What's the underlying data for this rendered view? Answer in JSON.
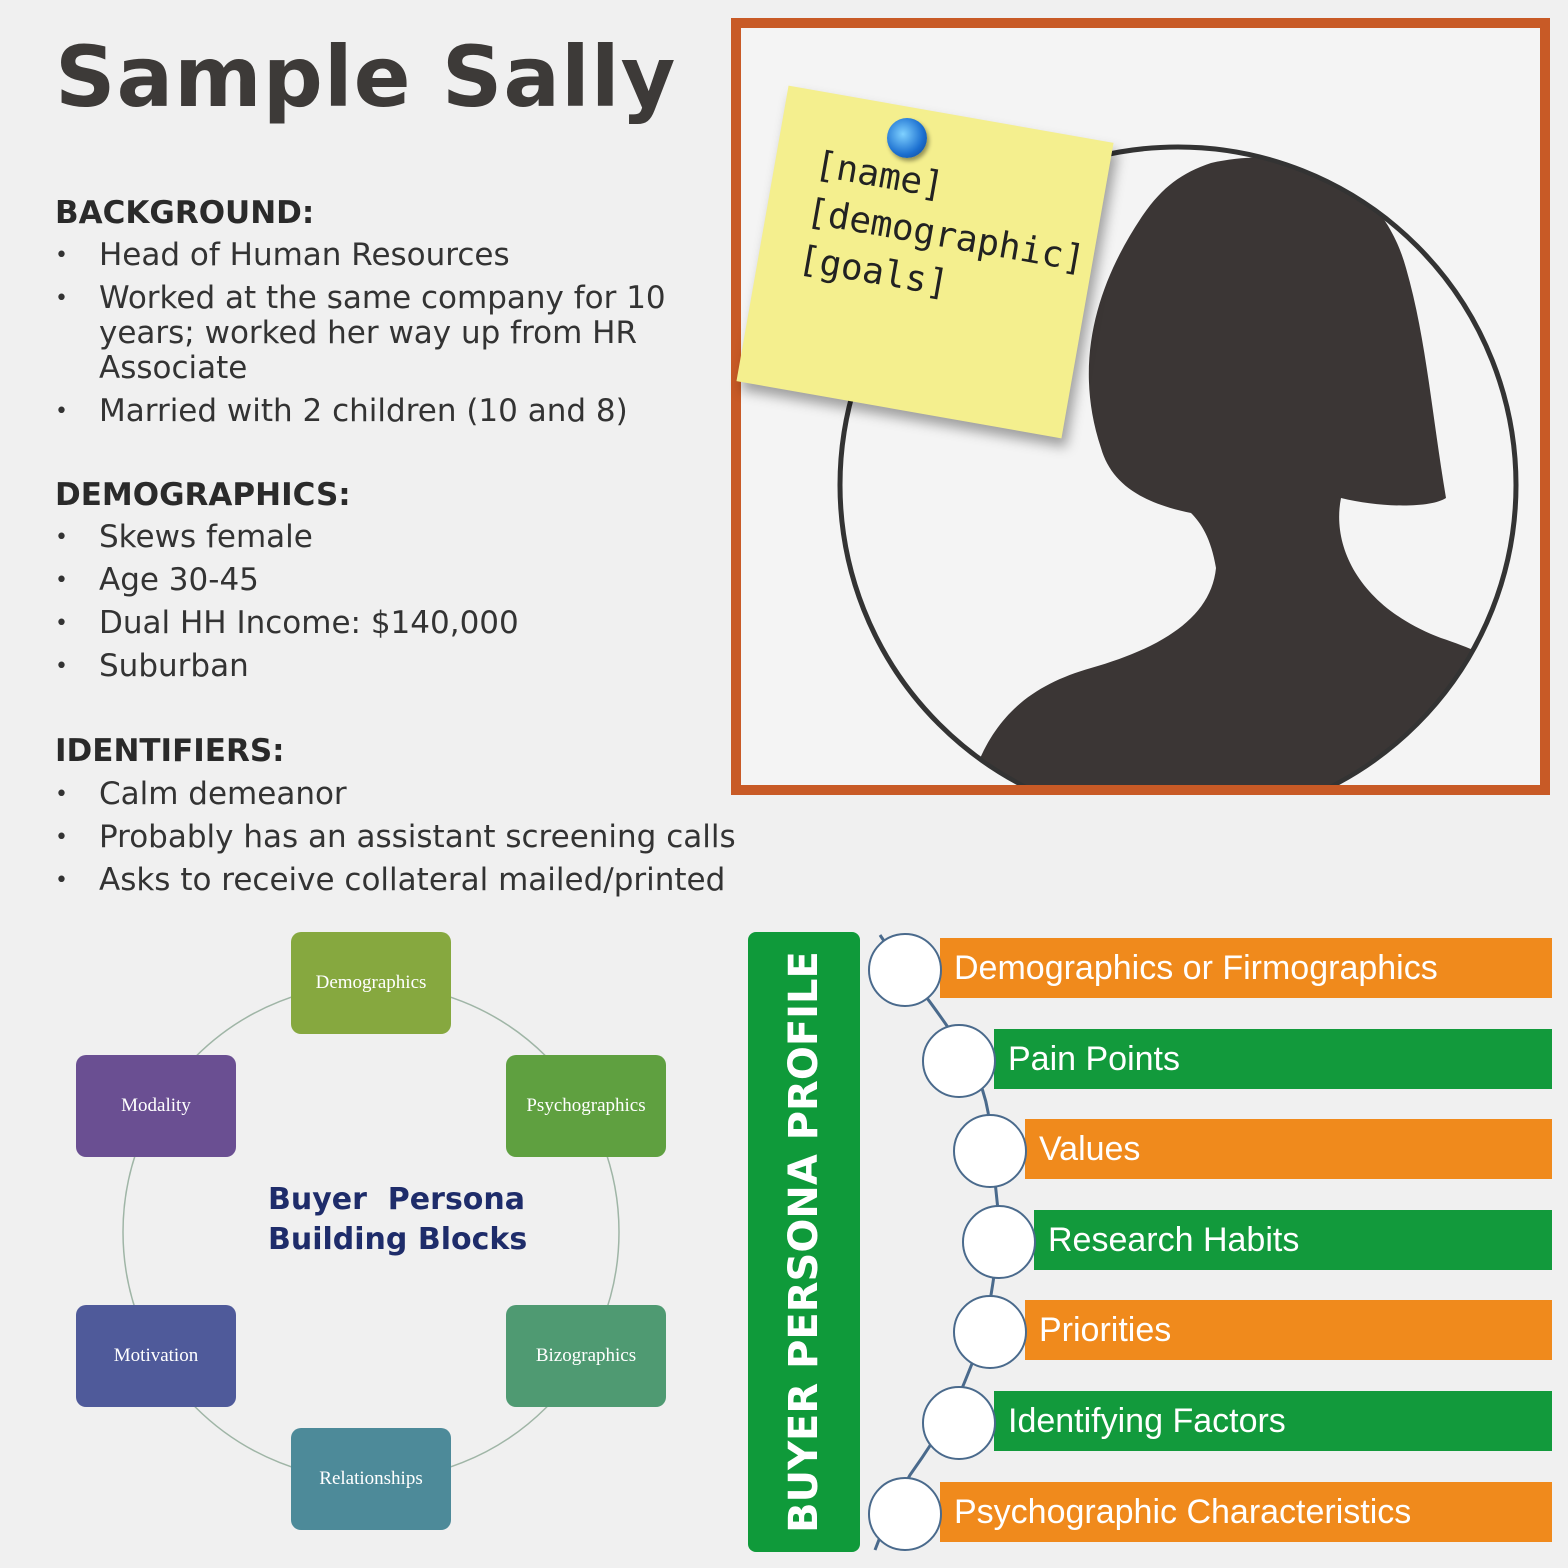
{
  "title": "Sample Sally",
  "background": {
    "heading": "BACKGROUND:",
    "items": [
      "Head of Human Resources",
      "Worked at the same company for 10 years; worked her way up from HR Associate",
      "Married with 2 children (10 and 8)"
    ]
  },
  "demographics": {
    "heading": "DEMOGRAPHICS:",
    "items": [
      "Skews female",
      "Age 30-45",
      "Dual HH Income: $140,000",
      "Suburban"
    ]
  },
  "identifiers": {
    "heading": "IDENTIFIERS:",
    "items": [
      "Calm demeanor",
      "Probably has an assistant screening calls",
      "Asks to receive collateral mailed/printed"
    ]
  },
  "bullet_glyph": "•",
  "sticky_note": {
    "lines": [
      "[name]",
      "[demographic]",
      "[goals]"
    ]
  },
  "wheel": {
    "title_line1": "Buyer  Persona",
    "title_line2": "Building Blocks",
    "blocks": [
      {
        "label": "Demographics",
        "color": "#86a83f"
      },
      {
        "label": "Psychographics",
        "color": "#5fa040"
      },
      {
        "label": "Bizographics",
        "color": "#4f9a72"
      },
      {
        "label": "Relationships",
        "color": "#4d8a99"
      },
      {
        "label": "Motivation",
        "color": "#4f5a9a"
      },
      {
        "label": "Modality",
        "color": "#6a4f92"
      }
    ]
  },
  "profile": {
    "label": "BUYER PERSONA PROFILE",
    "items": [
      {
        "label": "Demographics or Firmographics",
        "color": "#f08a1c"
      },
      {
        "label": "Pain Points",
        "color": "#129a3c"
      },
      {
        "label": "Values",
        "color": "#f08a1c"
      },
      {
        "label": "Research Habits",
        "color": "#129a3c"
      },
      {
        "label": "Priorities",
        "color": "#f08a1c"
      },
      {
        "label": "Identifying Factors",
        "color": "#129a3c"
      },
      {
        "label": "Psychographic Characteristics",
        "color": "#f08a1c"
      }
    ]
  }
}
